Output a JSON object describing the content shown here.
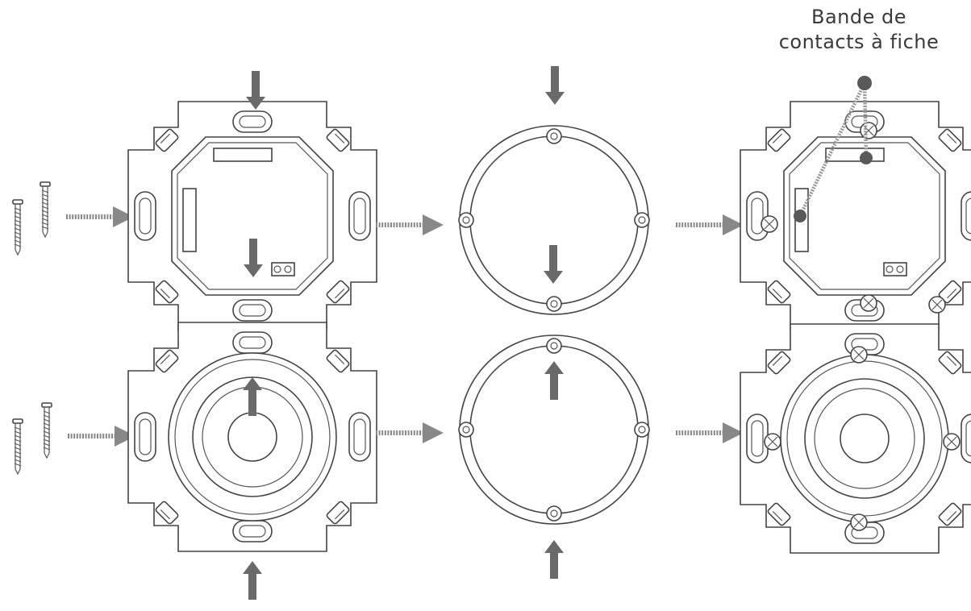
{
  "callout": {
    "line1": "Bande de",
    "line2": "contacts à fiche"
  },
  "colors": {
    "line": "#444444",
    "arrow": "#6a6a6a",
    "flow_arrow": "#888888",
    "callout_dot": "#595959"
  },
  "rows": [
    {
      "name": "top-row",
      "steps": [
        "screws-pair",
        "switch-insert-with-contacts",
        "mounting-ring",
        "assembled-insert-with-contacts"
      ]
    },
    {
      "name": "bottom-row",
      "steps": [
        "screws-pair",
        "dimmer-insert",
        "mounting-ring",
        "assembled-dimmer-insert"
      ]
    }
  ]
}
